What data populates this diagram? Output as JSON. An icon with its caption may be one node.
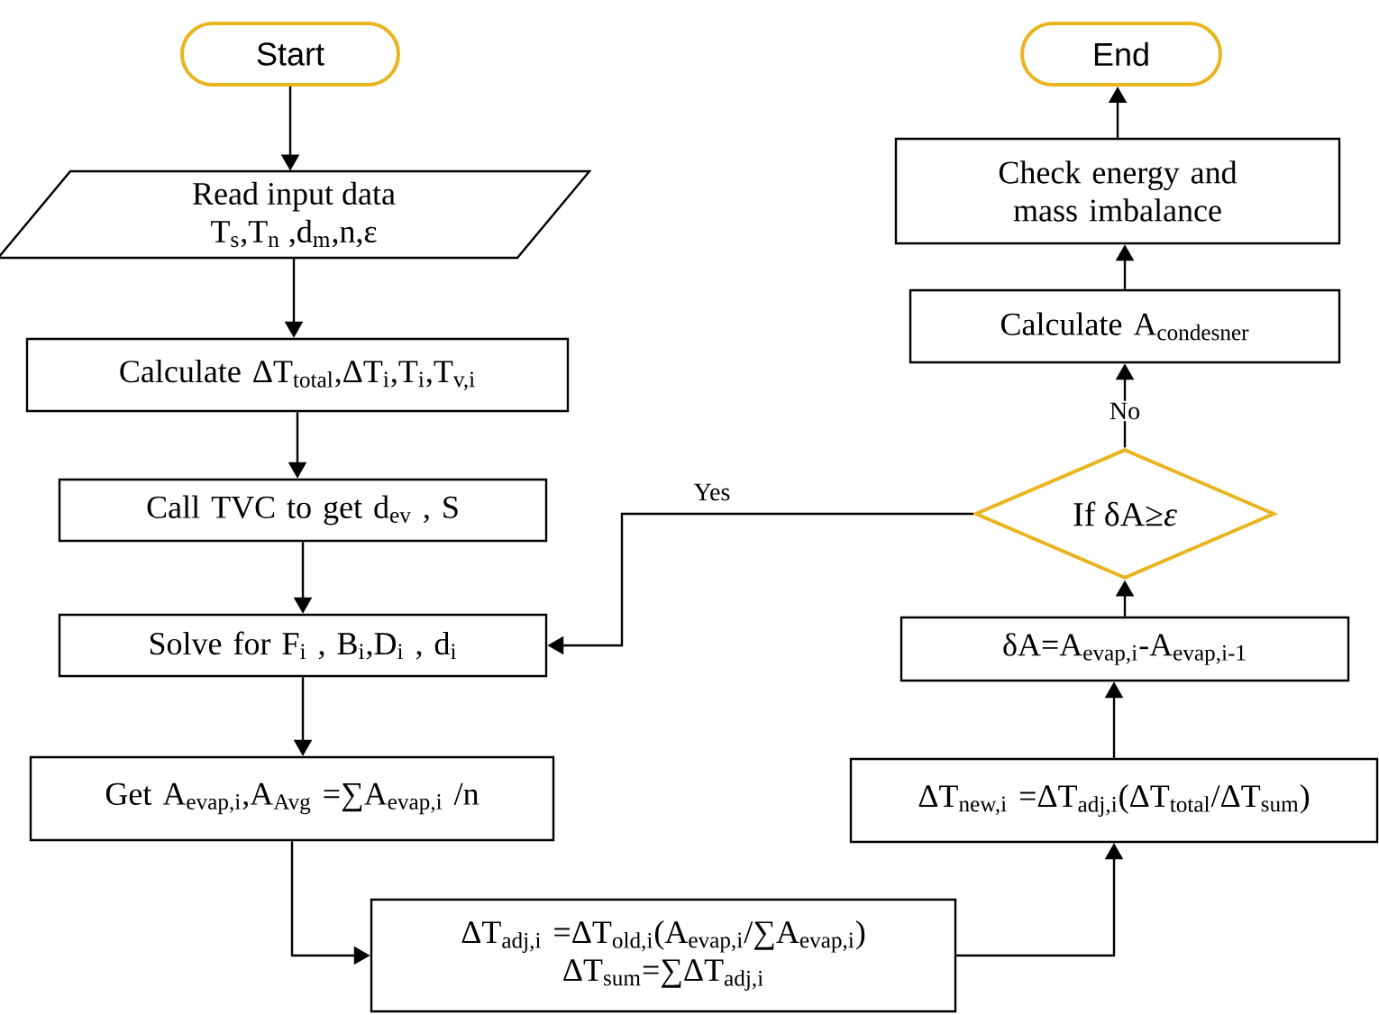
{
  "diagram": {
    "nodes": [
      {
        "text": [
          "Start"
        ]
      },
      {
        "text": [
          "Read input data",
          "T$_{s}$,T$_{n}$ ,d$_{m}$,n,ε"
        ]
      },
      {
        "text": [
          "Calculate  ΔT$_{total}$,ΔT$_{i}$,T$_{i}$,T$_{v,i}$"
        ]
      },
      {
        "text": [
          "Call TVC to get d$_{ev}$ , S"
        ]
      },
      {
        "text": [
          "Solve for F$_{i}$ , B$_{i}$,D$_{i}$ , d$_{i}$"
        ]
      },
      {
        "text": [
          "Get A$_{evap,i}$,A$_{Avg}$ =∑A$_{evap,i}$ /n"
        ]
      },
      {
        "text": [
          "ΔT$_{adj,i}$ =ΔT$_{old,i}$(A$_{evap,i}$/∑A$_{evap,i}$)",
          "ΔT$_{sum}$=∑ΔT$_{adj,i}$"
        ]
      },
      {
        "text": [
          "ΔT$_{new,i}$ =ΔT$_{adj,i}$(ΔT$_{total}$/ΔT$_{sum}$)"
        ]
      },
      {
        "text": [
          "δA=A$_{evap,i}$-A$_{evap,i-1}$"
        ]
      },
      {
        "text": [
          "If δA≥*ε*"
        ]
      },
      {
        "text": [
          "\\mathrm{Calculate\\ A_{condesner}}"
        ]
      },
      {
        "text": [
          "Check energy and mass imbalance"
        ]
      },
      {
        "text": [
          "End"
        ]
      }
    ],
    "edges": [
      {
        "from": 0,
        "to": 1,
        "arrow": "to"
      },
      {
        "from": 1,
        "to": 2,
        "arrow": "to"
      },
      {
        "from": 2,
        "to": 3,
        "arrow": "to"
      },
      {
        "from": 3,
        "to": 4,
        "arrow": "to"
      },
      {
        "from": 4,
        "to": 5,
        "arrow": "to"
      },
      {
        "from": 5,
        "to": 6,
        "arrow": "to"
      },
      {
        "from": 6,
        "to": 7,
        "arrow": "to"
      },
      {
        "from": 7,
        "to": 8,
        "arrow": "to"
      },
      {
        "from": 8,
        "to": 9,
        "arrow": "to"
      },
      {
        "from": 9,
        "to": 10,
        "arrow": "to",
        "label": "No"
      },
      {
        "from": 9,
        "to": 4,
        "arrow": "to",
        "label": "Yes"
      },
      {
        "from": 10,
        "to": 11,
        "arrow": "to"
      },
      {
        "from": 11,
        "to": 12,
        "arrow": "to"
      }
    ]
  }
}
